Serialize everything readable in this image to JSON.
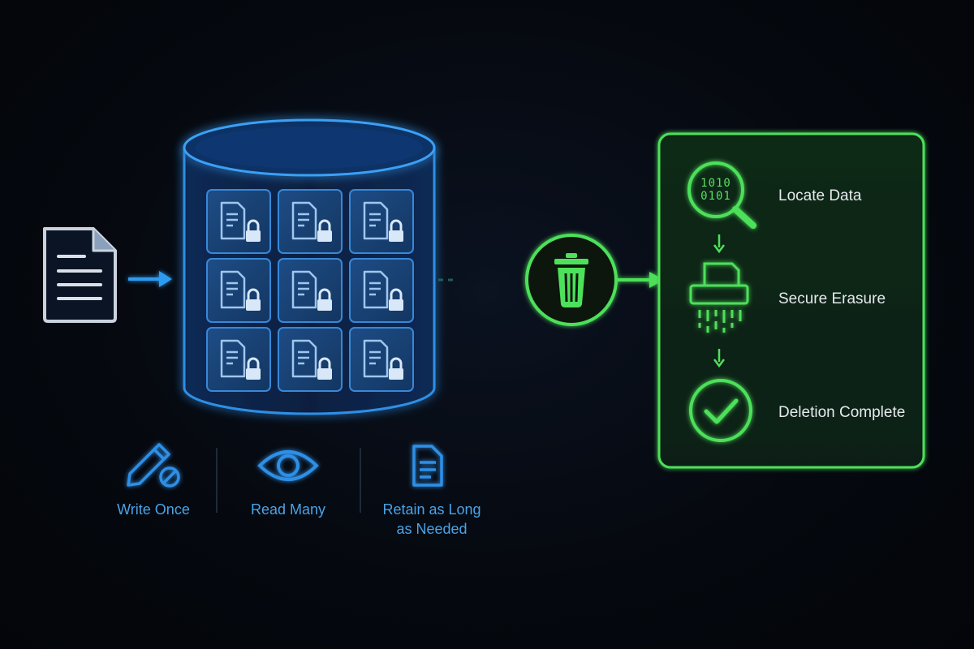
{
  "colors": {
    "background": "#03050a",
    "storage_blue": "#2f8fe6",
    "erase_green": "#4ee05a",
    "label_blue": "#4aa3e8",
    "label_white": "#e6e9ee"
  },
  "features": [
    {
      "icon": "pencil-blocked-icon",
      "label_line1": "Write Once",
      "label_line2": ""
    },
    {
      "icon": "eye-icon",
      "label_line1": "Read Many",
      "label_line2": ""
    },
    {
      "icon": "document-icon",
      "label_line1": "Retain as Long",
      "label_line2": "as Needed"
    }
  ],
  "erasure_steps": [
    {
      "icon": "magnifier-binary-icon",
      "label": "Locate Data",
      "binary_line1": "1010",
      "binary_line2": "0101"
    },
    {
      "icon": "shredder-icon",
      "label": "Secure Erasure"
    },
    {
      "icon": "check-circle-icon",
      "label": "Deletion Complete"
    }
  ],
  "storage": {
    "locked_file_count": 9,
    "icon": "database-cylinder-icon"
  },
  "trash": {
    "icon": "trash-icon"
  }
}
